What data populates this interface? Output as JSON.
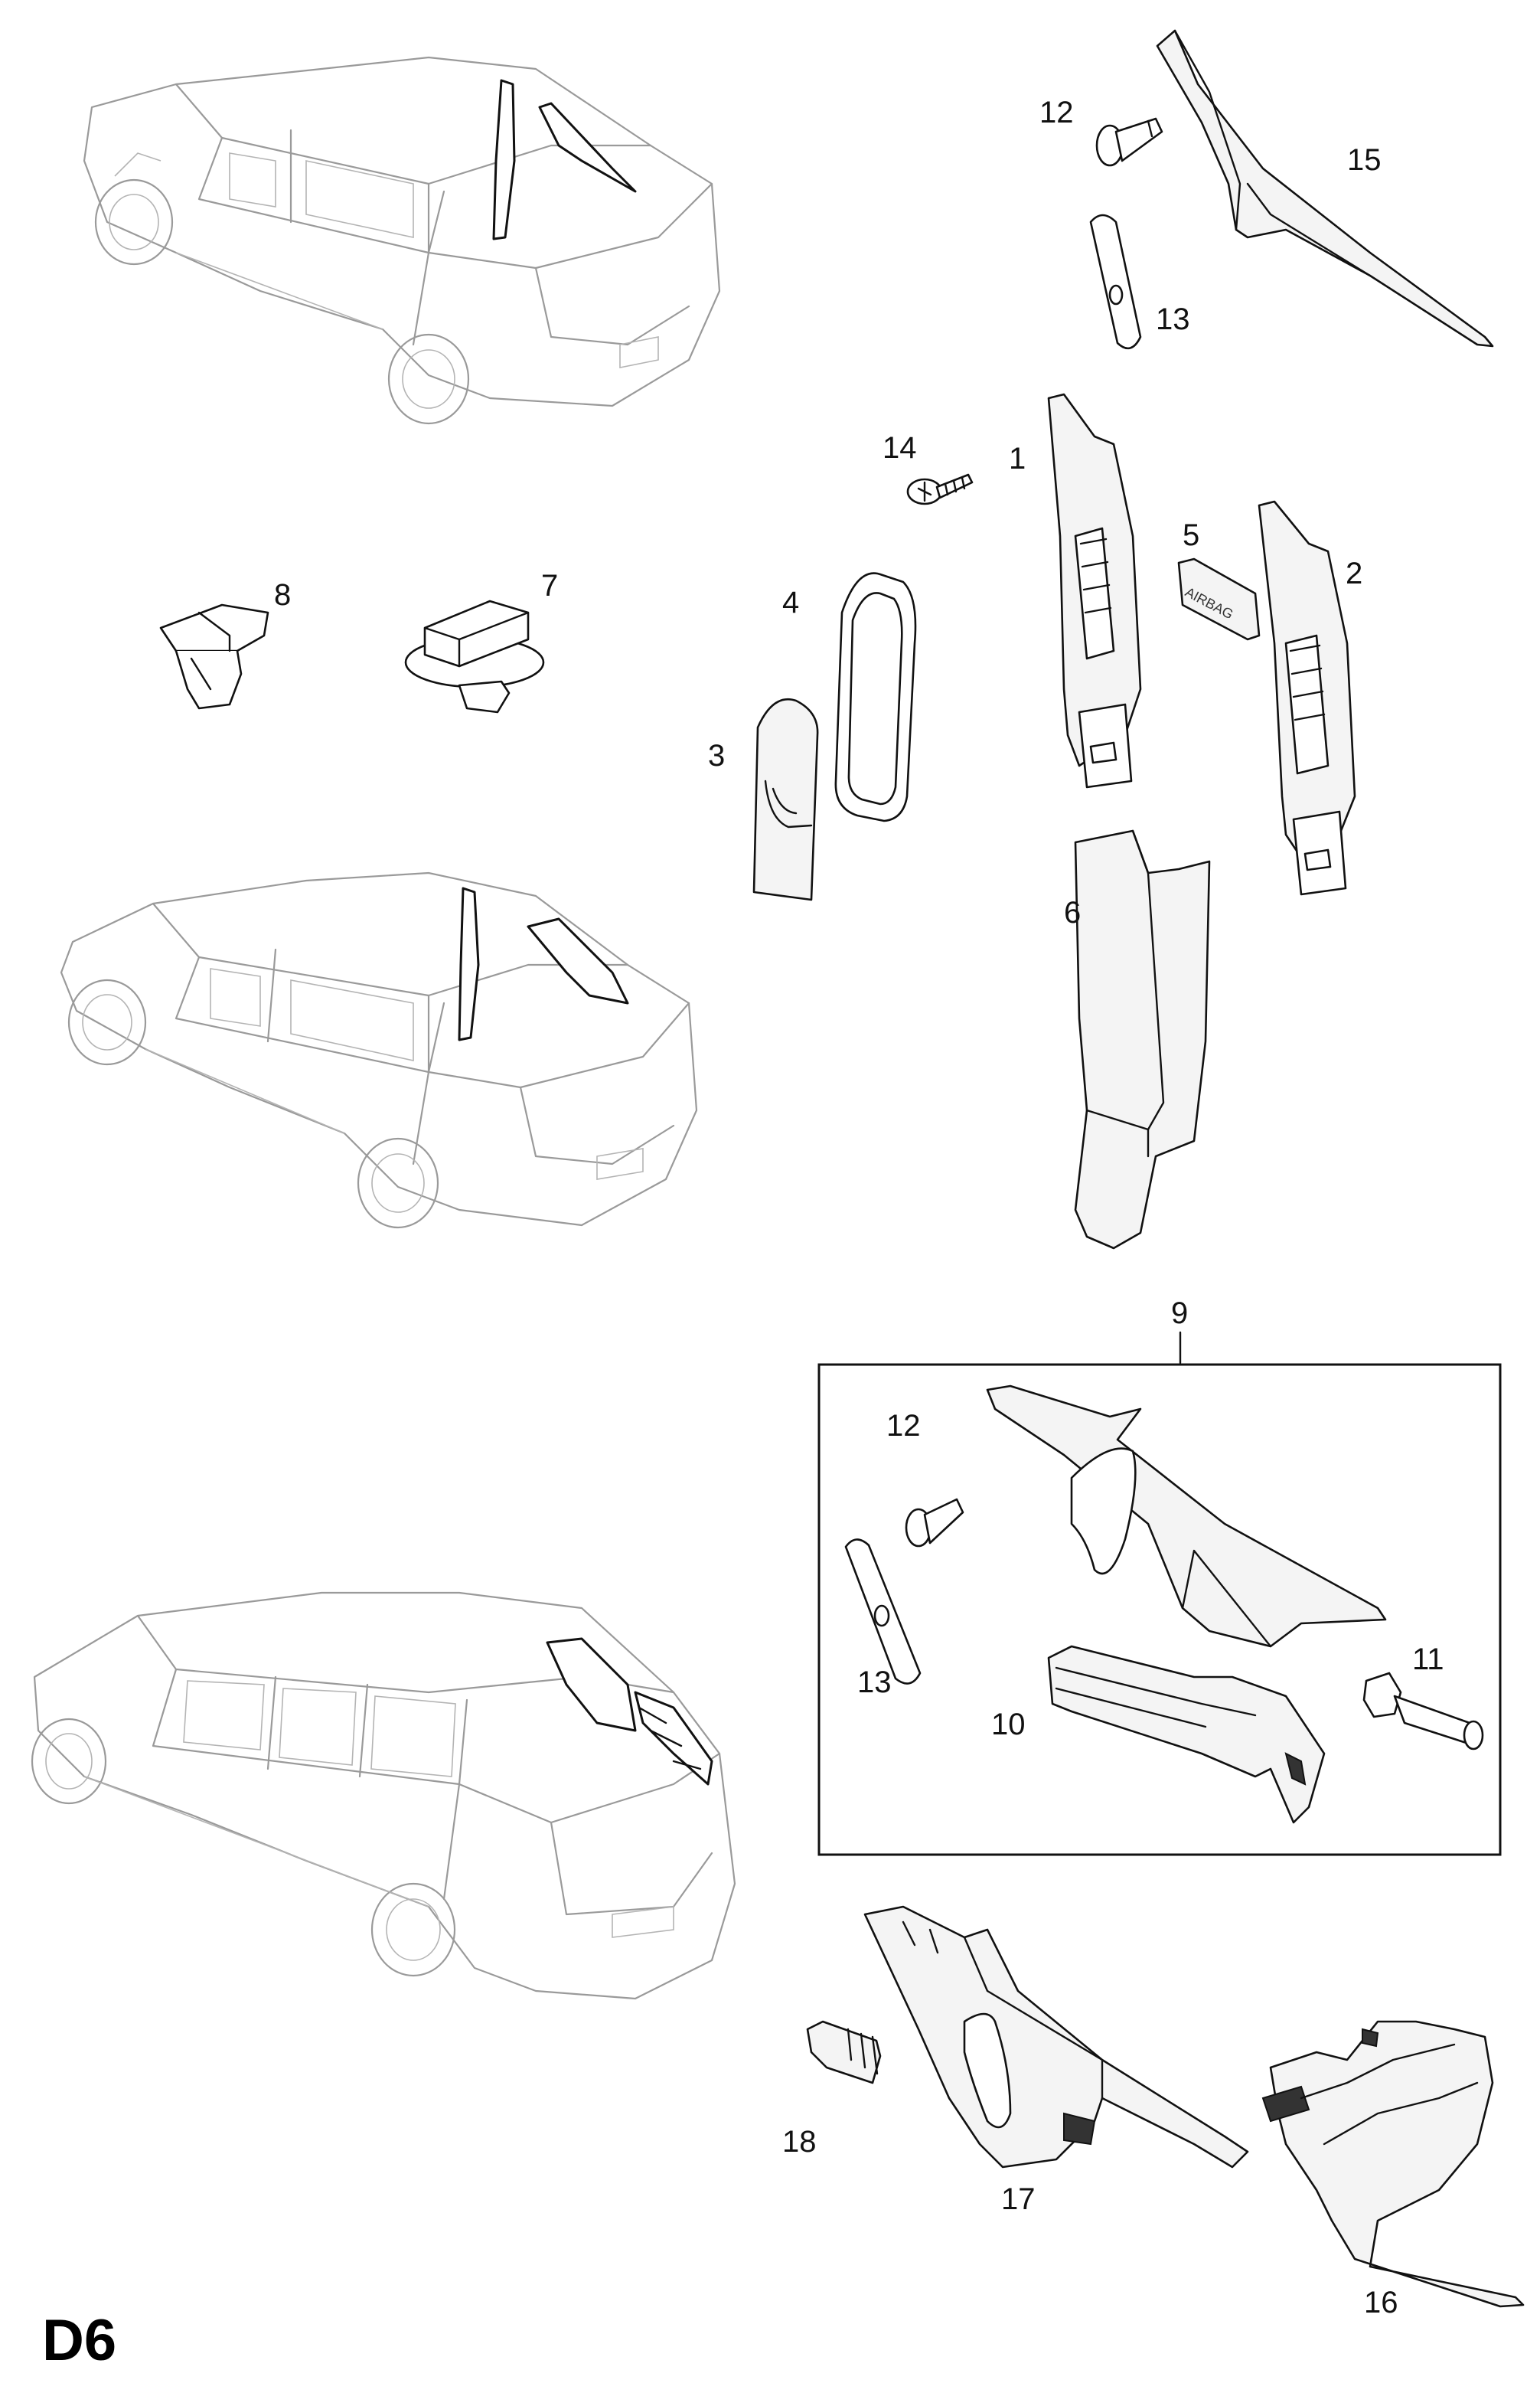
{
  "page_code": "D6",
  "callouts": {
    "c1": "1",
    "c2": "2",
    "c3": "3",
    "c4": "4",
    "c5": "5",
    "c6": "6",
    "c7": "7",
    "c8": "8",
    "c9": "9",
    "c10": "10",
    "c11": "11",
    "c12a": "12",
    "c12b": "12",
    "c13a": "13",
    "c13b": "13",
    "c14": "14",
    "c15": "15",
    "c16": "16",
    "c17": "17",
    "c18": "18"
  },
  "labels": {
    "airbag_badge": "AIRBAG"
  },
  "colors": {
    "line": "#111111",
    "car_outline": "#9a9a9a",
    "part_fill": "#f4f4f4"
  }
}
